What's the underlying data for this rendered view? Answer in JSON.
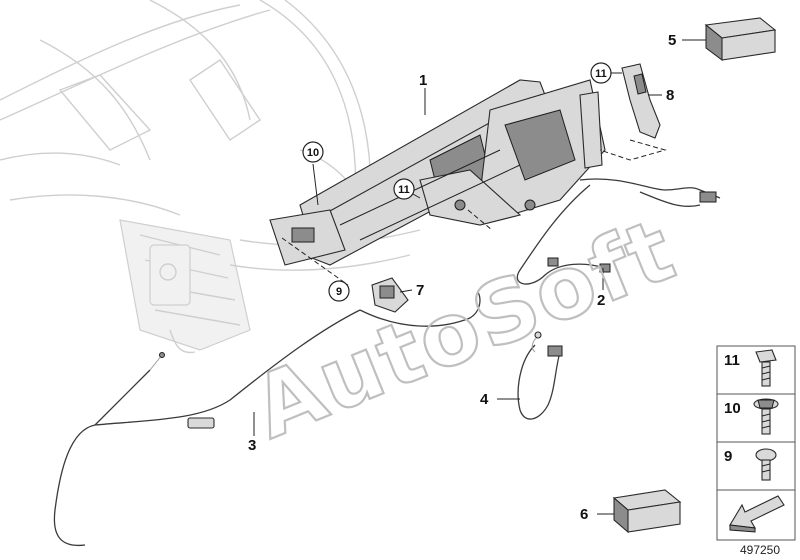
{
  "diagram": {
    "diagram_id": "497250",
    "watermark": "AutoSoft",
    "callouts": [
      "1",
      "2",
      "3",
      "4",
      "5",
      "6",
      "7",
      "8",
      "9",
      "10",
      "11",
      "11"
    ],
    "fastener_panel": [
      "11",
      "10",
      "9"
    ]
  }
}
